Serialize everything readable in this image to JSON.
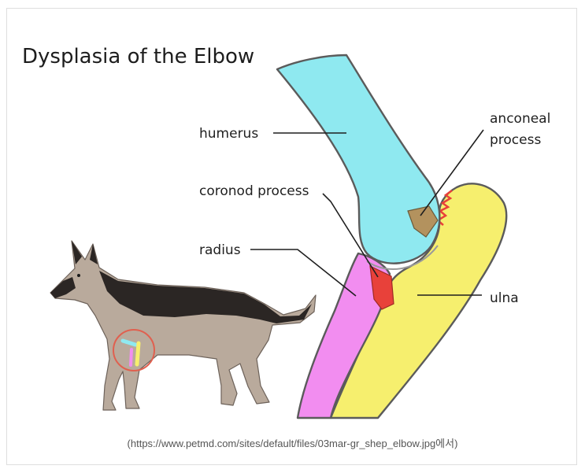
{
  "diagram": {
    "title": "Dysplasia of the Elbow",
    "labels": {
      "humerus": "humerus",
      "coronoid_process": "coronod process",
      "radius": "radius",
      "anconeal_process": [
        "anconeal",
        "process"
      ],
      "ulna": "ulna"
    },
    "caption": "(https://www.petmd.com/sites/default/files/03mar-gr_shep_elbow.jpg에서)"
  },
  "colors": {
    "humerus": "#8fe9f0",
    "ulna": "#f6ef6e",
    "radius": "#f28df0",
    "coronoid_process": "#e8413a",
    "anconeal_process": "#b3925e",
    "dog_coat": "#b9aa9c",
    "dog_saddle": "#2b2624",
    "elbow_marker": "#e0604f"
  }
}
